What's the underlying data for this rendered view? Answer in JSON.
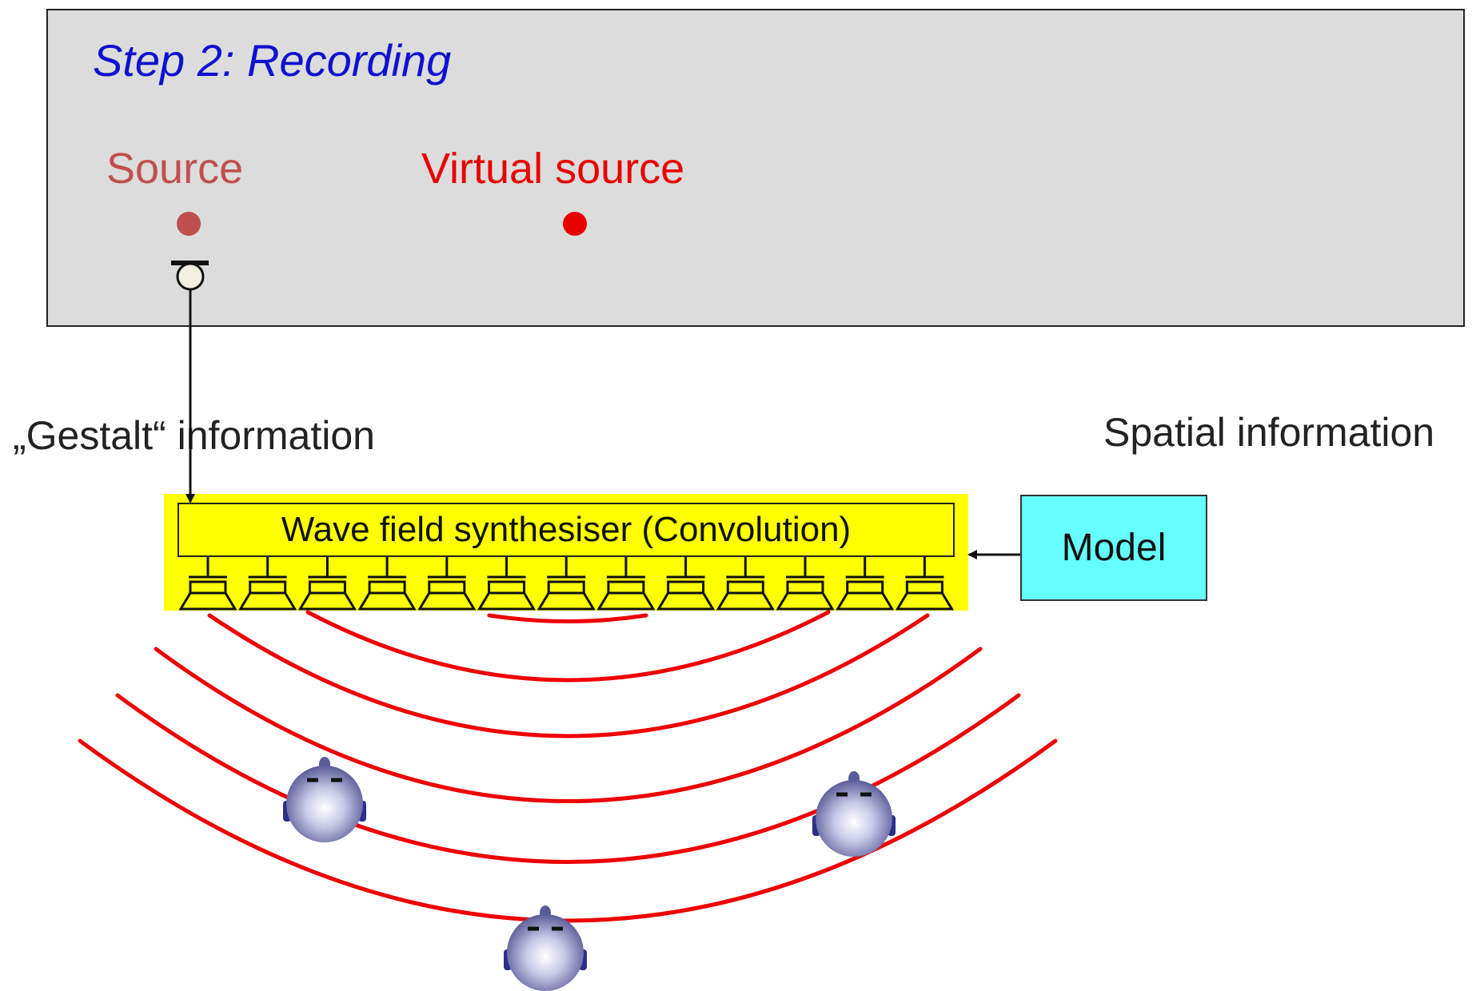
{
  "diagram": {
    "step_title": "Step 2:  Recording",
    "source_label": "Source",
    "virtual_source_label": "Virtual source",
    "gestalt_label": "„Gestalt“  information",
    "spatial_label": "Spatial  information",
    "synthesiser_label": "Wave field synthesiser (Convolution)",
    "model_label": "Model",
    "colors": {
      "room_fill": "#dcdcdc",
      "title": "#1010d0",
      "source": "#c05050",
      "virtual_source": "#e80000",
      "synthesiser_fill": "#ffff00",
      "model_fill": "#66ffff",
      "wavefront": "#ee0000",
      "listener_head": "#9a9ccc"
    },
    "icons": [
      "source-dot-icon",
      "virtual-source-dot-icon",
      "microphone-icon",
      "loudspeaker-icon",
      "listener-head-icon"
    ]
  }
}
